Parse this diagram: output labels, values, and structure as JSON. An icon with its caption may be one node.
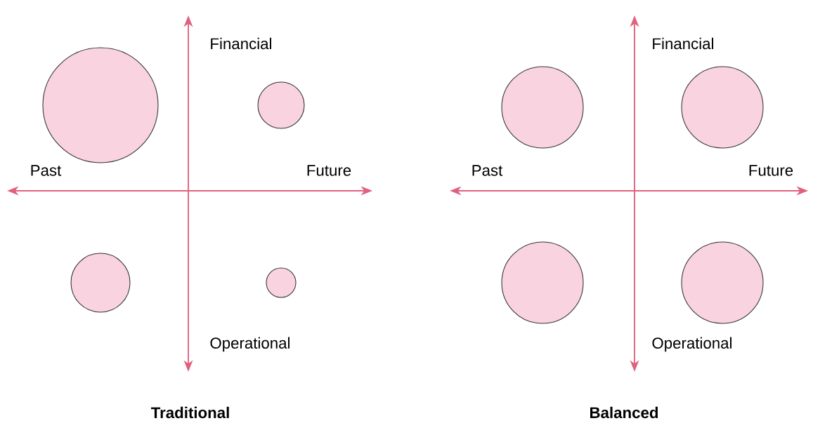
{
  "diagram": {
    "nodes": [
      {
        "text": [],
        "shape": "circle"
      },
      {
        "text": [],
        "shape": "circle"
      },
      {
        "text": [],
        "shape": "circle"
      },
      {
        "text": [],
        "shape": "circle"
      },
      {
        "text": [],
        "shape": "circle"
      },
      {
        "text": [],
        "shape": "circle"
      },
      {
        "text": [],
        "shape": "circle"
      },
      {
        "text": [],
        "shape": "circle"
      }
    ],
    "edges": [],
    "labels": [
      "Financial",
      "Financial",
      "Past",
      "Future",
      "Past",
      "Future",
      "Operational",
      "Operational",
      "Traditional",
      "Balanced"
    ]
  }
}
